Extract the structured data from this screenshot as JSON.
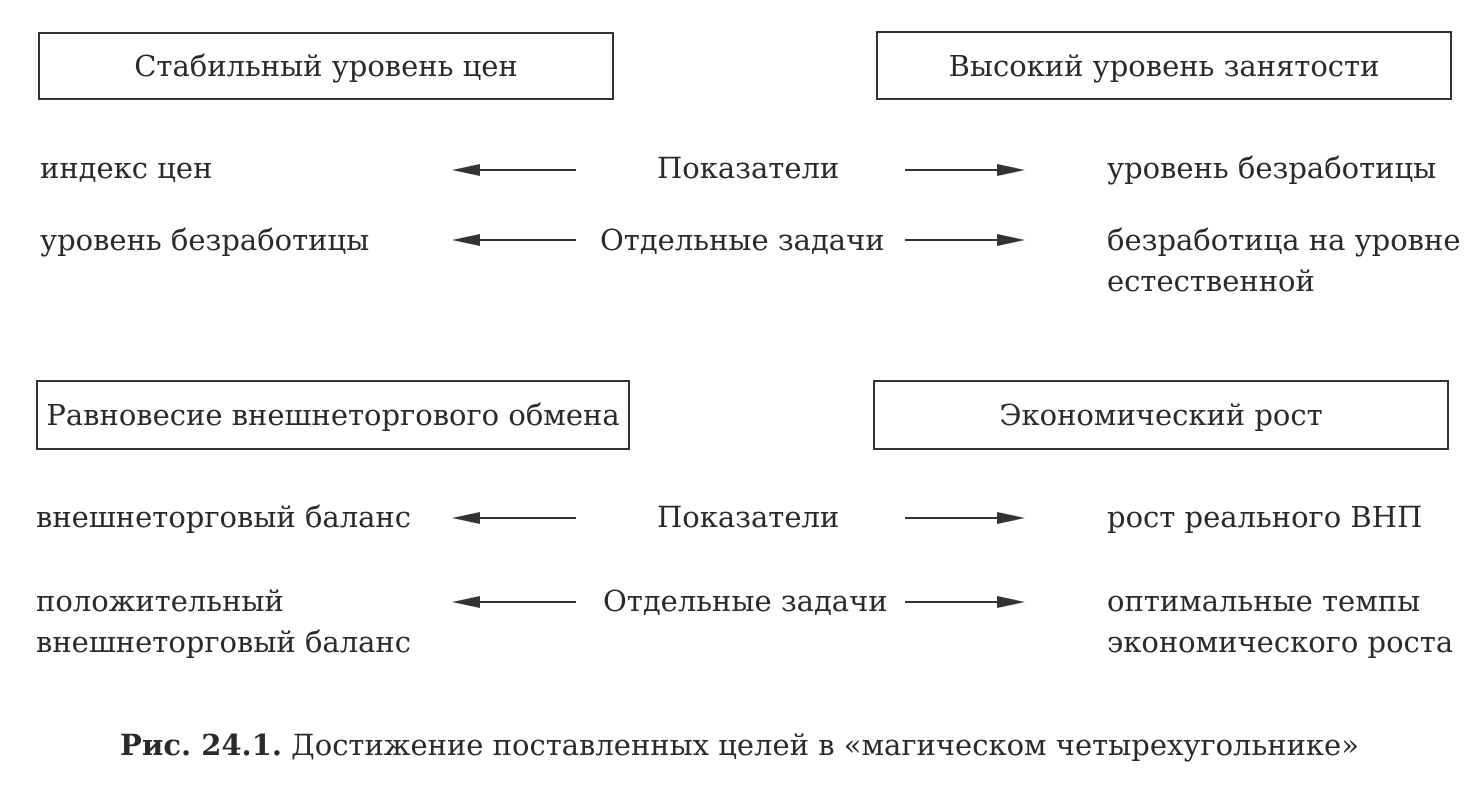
{
  "goals": {
    "top_left": "Стабильный уровень цен",
    "top_right": "Высокий уровень занятости",
    "bottom_left": "Равновесие внешнеторгового обмена",
    "bottom_right": "Экономический рост"
  },
  "top_block": {
    "indicators": {
      "center": "Показатели",
      "left": "индекс цен",
      "right": "уровень безработицы"
    },
    "tasks": {
      "center": "Отдельные задачи",
      "left": "уровень безработицы",
      "right_line1": "безработица на уровне",
      "right_line2": "естественной"
    }
  },
  "bottom_block": {
    "indicators": {
      "center": "Показатели",
      "left": "внешнеторговый баланс",
      "right": "рост реального ВНП"
    },
    "tasks": {
      "center": "Отдельные задачи",
      "left_line1": "положительный",
      "left_line2": "внешнеторговый баланс",
      "right_line1": "оптимальные темпы",
      "right_line2": "экономического роста"
    }
  },
  "caption": {
    "number": "Рис. 24.1.",
    "text": " Достижение поставленных целей в «магическом четырехугольнике»"
  }
}
